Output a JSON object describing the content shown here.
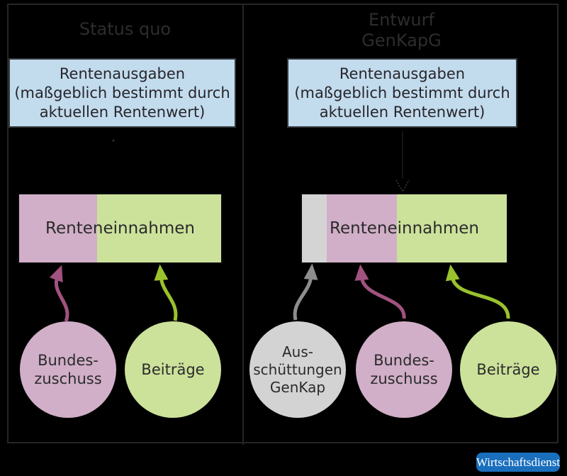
{
  "palette": {
    "background": "#000000",
    "frame_border": "#262626",
    "expense_box_fill": "#c2dcee",
    "pink_fill": "#d1afc8",
    "green_fill": "#cce29b",
    "gray_fill": "#d3d3d3",
    "magenta_arrow": "#a1527f",
    "green_arrow": "#99c22d",
    "gray_arrow": "#8d8d8d",
    "badge_blue": "#1a6fbd",
    "text_dark": "#2b2b2b"
  },
  "panels": [
    {
      "title_lines": [
        "Status quo"
      ],
      "expense_box": {
        "lines": [
          "Rentenausgaben",
          "(maßgeblich bestimmt durch",
          "aktuellen Rentenwert)"
        ]
      },
      "income_bar": {
        "label": "Renteneinnahmen",
        "segments": [
          {
            "name": "Bundeszuschuss",
            "color": "#d1afc8"
          },
          {
            "name": "Beiträge",
            "color": "#cce29b"
          }
        ]
      },
      "sources": [
        {
          "lines": [
            "Bundes-",
            "zuschuss"
          ],
          "color": "#d1afc8",
          "arrow_color": "#a1527f"
        },
        {
          "lines": [
            "Beiträge"
          ],
          "color": "#cce29b",
          "arrow_color": "#99c22d"
        }
      ]
    },
    {
      "title_lines": [
        "Entwurf",
        "GenKapG"
      ],
      "expense_box": {
        "lines": [
          "Rentenausgaben",
          "(maßgeblich bestimmt durch",
          "aktuellen Rentenwert)"
        ]
      },
      "income_bar": {
        "label": "Renteneinnahmen",
        "segments": [
          {
            "name": "Ausschüttungen GenKap",
            "color": "#d4d4d4"
          },
          {
            "name": "Bundeszuschuss",
            "color": "#d1afc8"
          },
          {
            "name": "Beiträge",
            "color": "#cce29b"
          }
        ]
      },
      "sources": [
        {
          "lines": [
            "Aus-",
            "schüttungen",
            "GenKap"
          ],
          "color": "#d3d3d3",
          "arrow_color": "#8d8d8d"
        },
        {
          "lines": [
            "Bundes-",
            "zuschuss"
          ],
          "color": "#d1afc8",
          "arrow_color": "#a1527f"
        },
        {
          "lines": [
            "Beiträge"
          ],
          "color": "#cce29b",
          "arrow_color": "#99c22d"
        }
      ]
    }
  ],
  "badge": {
    "label": "Wirtschaftsdienst"
  }
}
